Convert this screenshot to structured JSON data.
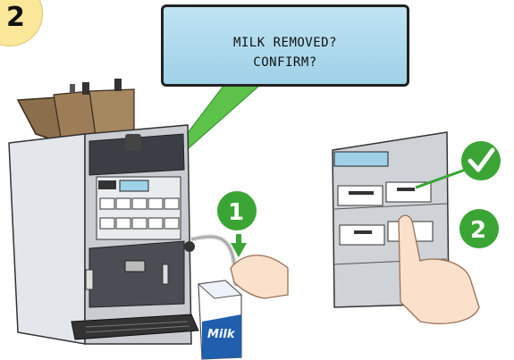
{
  "step_number": "2",
  "display": {
    "line1": "MILK REMOVED?",
    "line2": "CONFIRM?"
  },
  "callouts": {
    "remove_tube": "1",
    "press_button": "2"
  },
  "milk_carton_label": "Milk",
  "colors": {
    "callout_green": "#3aa535",
    "lcd_blue": "#a9d8ec",
    "badge_yellow": "#fbe79a",
    "milk_blue": "#1f5fae"
  }
}
